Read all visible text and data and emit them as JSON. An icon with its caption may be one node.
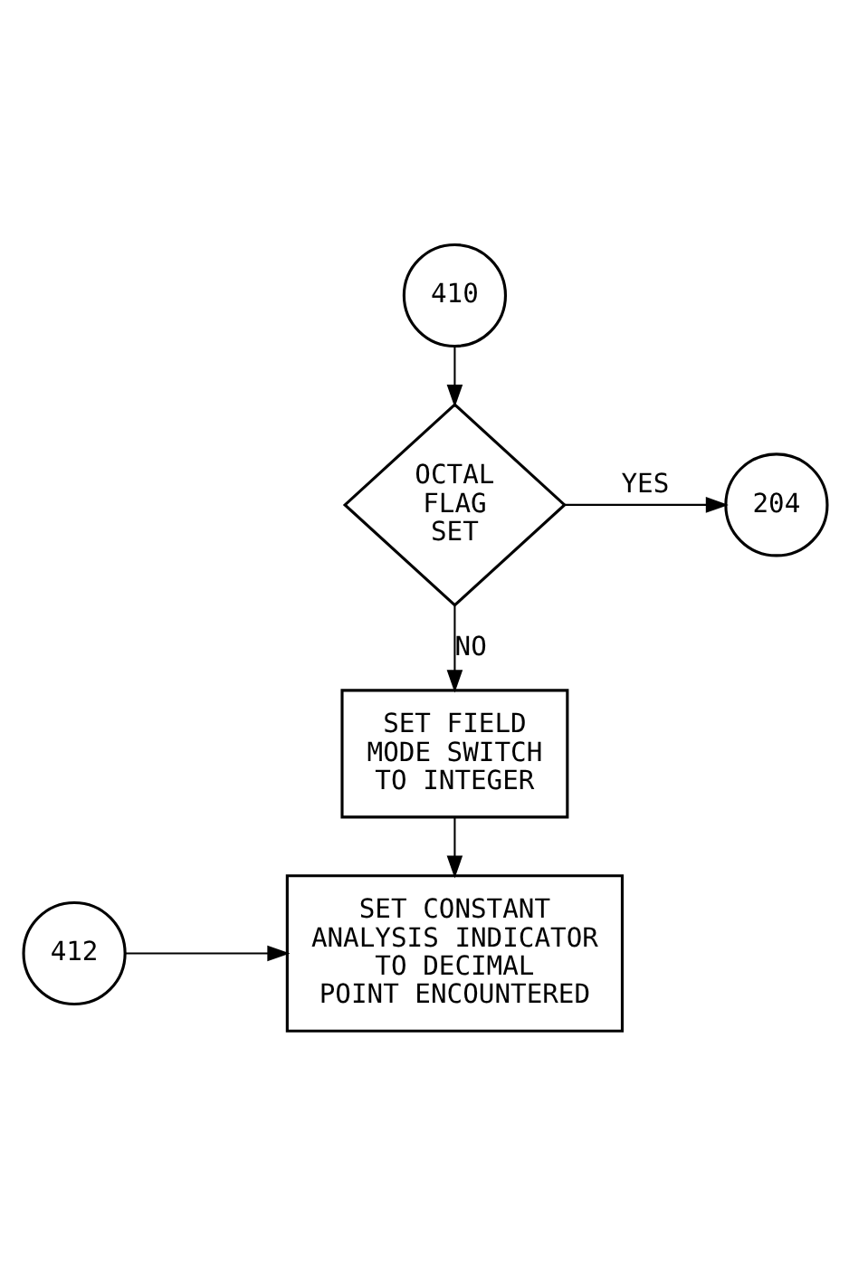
{
  "diagram": {
    "nodes": [
      {
        "text": [
          "410"
        ]
      },
      {
        "text": [
          "OCTAL FLAG SET"
        ]
      },
      {
        "text": [
          "204"
        ]
      },
      {
        "text": [
          "SET FIELD MODE SWITCH TO INTEGER"
        ]
      },
      {
        "text": [
          "412"
        ]
      },
      {
        "text": [
          "SET CONSTANT ANALYSIS INDICATOR TO DECIMAL POINT ENCOUNTERED"
        ]
      }
    ],
    "edges": [
      {
        "from": 0,
        "to": 1,
        "arrow": "to"
      },
      {
        "from": 1,
        "to": 2,
        "arrow": "to",
        "label": "YES"
      },
      {
        "from": 1,
        "to": 3,
        "arrow": "to",
        "label": "NO"
      },
      {
        "from": 3,
        "to": 5,
        "arrow": "to"
      },
      {
        "from": 4,
        "to": 5,
        "arrow": "to"
      }
    ]
  }
}
